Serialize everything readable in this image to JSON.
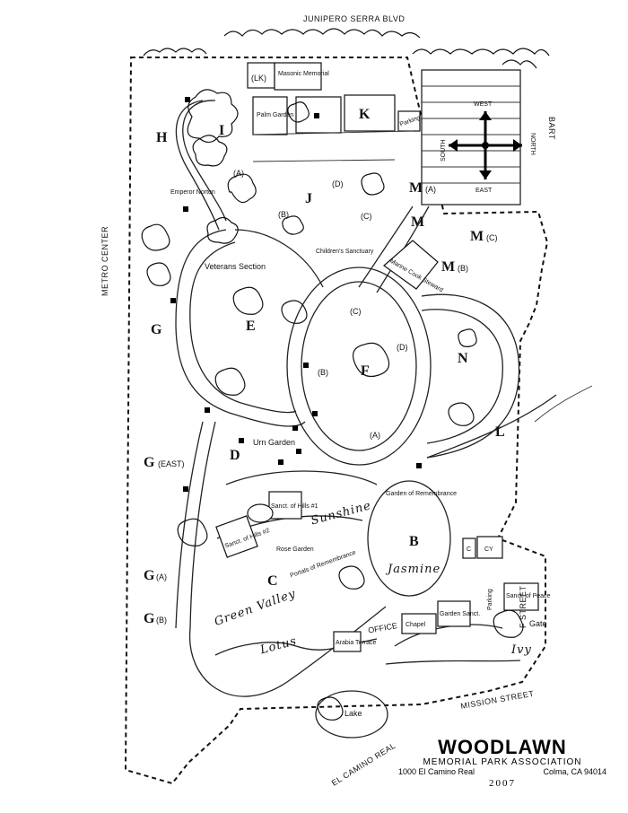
{
  "streets": {
    "north": "JUNIPERO SERRA BLVD",
    "west": "METRO CENTER",
    "east": "BART",
    "east_lower": "F STREET",
    "south": "MISSION STREET",
    "southwest": "EL CAMINO REAL",
    "gate": "Gate"
  },
  "sections": {
    "H": "H",
    "I": "I",
    "J": "J",
    "K": "K",
    "E": "E",
    "F": "F",
    "G": "G",
    "D": "D",
    "B": "B",
    "C": "C",
    "L": "L",
    "M": "M",
    "N": "N",
    "MA": "M",
    "MA_sub": "(A)",
    "MB": "M",
    "MB_sub": "(B)",
    "MC": "M",
    "MC_sub": "(C)",
    "G_east": "G",
    "G_east_sub": "(EAST)",
    "GA": "G",
    "GA_sub": "(A)",
    "GB": "G",
    "GB_sub": "(B)",
    "LK": "(LK)",
    "J_A": "(A)",
    "J_B": "(B)",
    "J_C": "(C)",
    "J_D": "(D)",
    "F_A": "(A)",
    "F_B": "(B)",
    "F_C": "(C)",
    "F_D": "(D)"
  },
  "places": {
    "masonic": "Masonic Memorial",
    "palm_garden": "Palm Garden",
    "emperor": "Emperor Norton",
    "veterans": "Veterans Section",
    "childrens": "Children's Sanctuary",
    "marine": "Marine Cook Steward",
    "urn_garden": "Urn Garden",
    "garden_remembrance": "Garden of Remembrance",
    "sanct_hills_1": "Sanct. of Hills #1",
    "sanct_hills_2": "Sanct. of Hills #2",
    "rose_garden": "Rose Garden",
    "portals": "Portals of Remembrance",
    "sunshine": "Sunshine",
    "jasmine": "Jasmine",
    "green_valley": "Green Valley",
    "lotus": "Lotus",
    "lake": "Lake",
    "ivy": "Ivy",
    "office": "OFFICE",
    "chapel": "Chapel",
    "garden_sanct": "Garden Sanct.",
    "sanct_peace": "Sanct. of Peace",
    "arabia": "Arabia Terrace",
    "parking": "Parking",
    "c_box": "C",
    "cy_box": "CY",
    "parking_k": "Parking"
  },
  "compass": {
    "north": "NORTH",
    "south": "SOUTH",
    "east": "EAST",
    "west": "WEST"
  },
  "brand": {
    "name": "WOODLAWN",
    "subtitle": "MEMORIAL PARK ASSOCIATION",
    "address": "1000 El Camino Real",
    "city": "Colma, CA 94014",
    "year": "2007"
  }
}
